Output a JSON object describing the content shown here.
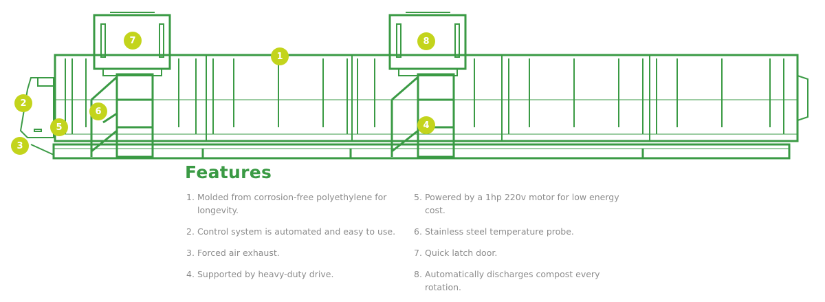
{
  "colors": {
    "outline": "#3a9a44",
    "badge": "#c3d41c",
    "text": "#8c8c8c"
  },
  "badges": [
    "1",
    "2",
    "3",
    "4",
    "5",
    "6",
    "7",
    "8"
  ],
  "heading": "Features",
  "features_left": [
    {
      "num": "1.",
      "text": "Molded from corrosion-free polyethylene for longevity."
    },
    {
      "num": "2.",
      "text": "Control system is automated and easy to use."
    },
    {
      "num": "3.",
      "text": "Forced air exhaust."
    },
    {
      "num": "4.",
      "text": "Supported by heavy-duty drive."
    }
  ],
  "features_right": [
    {
      "num": "5.",
      "text": "Powered by a 1hp 220v motor for low energy cost."
    },
    {
      "num": "6.",
      "text": "Stainless steel temperature probe."
    },
    {
      "num": "7.",
      "text": "Quick latch door."
    },
    {
      "num": "8.",
      "text": "Automatically discharges compost every rotation."
    }
  ]
}
